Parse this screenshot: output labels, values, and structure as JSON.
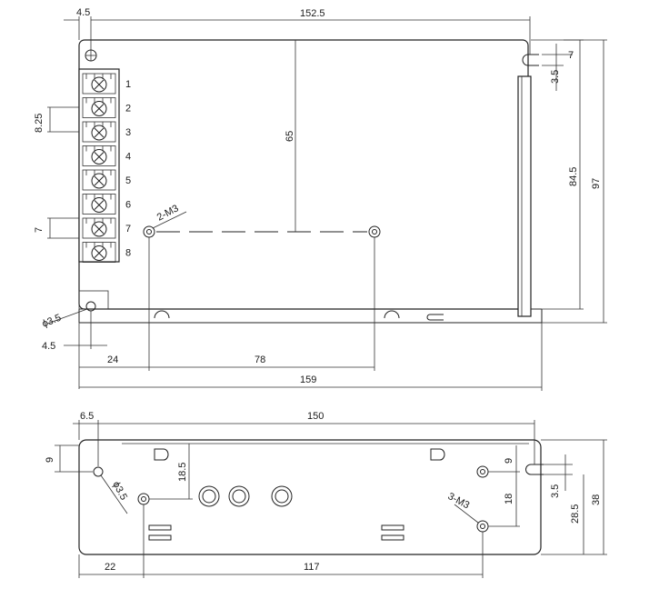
{
  "top_view": {
    "dims": {
      "edge_hole_offset": "4.5",
      "overall_length": "152.5",
      "slot_offset": "7",
      "slot_width": "3.5",
      "rail_height": "84.5",
      "overall_height": "97",
      "mount_span_vertical": "65",
      "terminal_pitch": "8.25",
      "terminal_block_width": "7",
      "mount_hole_label": "2-M3",
      "hole_diameter": "ϕ3.5",
      "bottom_hole_offset": "4.5",
      "hole_x_offset": "24",
      "mount_span_horizontal": "78",
      "base_length": "159"
    },
    "terminals": [
      "1",
      "2",
      "3",
      "4",
      "5",
      "6",
      "7",
      "8"
    ]
  },
  "bottom_view": {
    "dims": {
      "edge_offset": "6.5",
      "overall_length": "150",
      "left_hole_vertical": "9",
      "hole_diameter": "ϕ3.5",
      "hole_vertical_offset": "18.5",
      "right_hole_vertical": "9",
      "hole_spacing_vertical": "18",
      "mount_hole_label": "3-M3",
      "slot_width": "3.5",
      "slot_height": "28.5",
      "overall_height": "38",
      "left_hole_horizontal": "22",
      "mount_span_horizontal": "117"
    }
  }
}
